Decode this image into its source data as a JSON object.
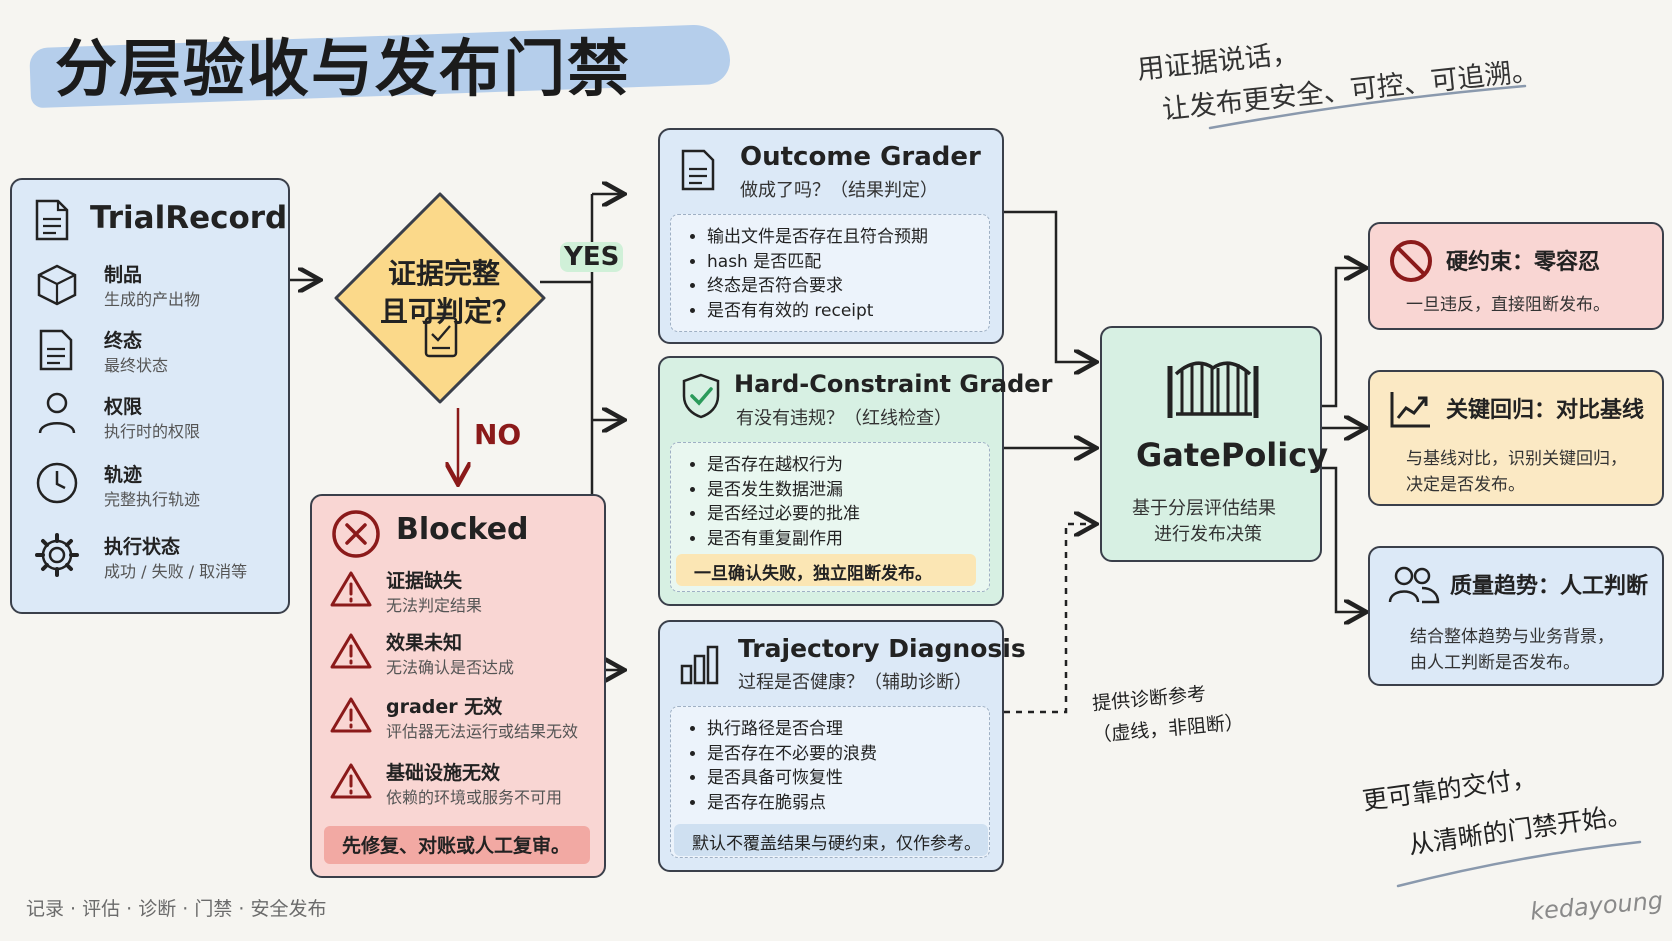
{
  "header": {
    "title": "分层验收与发布门禁",
    "slogan_line1": "用证据说话，",
    "slogan_line2": "让发布更安全、可控、可追溯。"
  },
  "trial_record": {
    "title": "TrialRecord",
    "items": [
      {
        "label": "制品",
        "desc": "生成的产出物",
        "icon": "cube-icon"
      },
      {
        "label": "终态",
        "desc": "最终状态",
        "icon": "document-icon"
      },
      {
        "label": "权限",
        "desc": "执行时的权限",
        "icon": "user-icon"
      },
      {
        "label": "轨迹",
        "desc": "完整执行轨迹",
        "icon": "clock-icon"
      },
      {
        "label": "执行状态",
        "desc": "成功 / 失败 / 取消等",
        "icon": "gear-icon"
      }
    ]
  },
  "decision": {
    "line1": "证据完整",
    "line2": "且可判定？",
    "yes": "YES",
    "no": "NO"
  },
  "blocked": {
    "title": "Blocked",
    "items": [
      {
        "label": "证据缺失",
        "desc": "无法判定结果"
      },
      {
        "label": "效果未知",
        "desc": "无法确认是否达成"
      },
      {
        "label": "grader 无效",
        "desc": "评估器无法运行或结果无效"
      },
      {
        "label": "基础设施无效",
        "desc": "依赖的环境或服务不可用"
      }
    ],
    "footer": "先修复、对账或人工复审。"
  },
  "outcome": {
    "title": "Outcome Grader",
    "subtitle": "做成了吗？（结果判定）",
    "items": [
      "输出文件是否存在且符合预期",
      "hash 是否匹配",
      "终态是否符合要求",
      "是否有有效的 receipt"
    ]
  },
  "hard": {
    "title": "Hard-Constraint Grader",
    "subtitle": "有没有违规？（红线检查）",
    "items": [
      "是否存在越权行为",
      "是否发生数据泄漏",
      "是否经过必要的批准",
      "是否有重复副作用"
    ],
    "footer": "一旦确认失败，独立阻断发布。"
  },
  "trajectory": {
    "title": "Trajectory Diagnosis",
    "subtitle": "过程是否健康？（辅助诊断）",
    "items": [
      "执行路径是否合理",
      "是否存在不必要的浪费",
      "是否具备可恢复性",
      "是否存在脆弱点"
    ],
    "footer": "默认不覆盖结果与硬约束，仅作参考。"
  },
  "diag_note": {
    "line1": "提供诊断参考",
    "line2": "（虚线，非阻断）"
  },
  "gate": {
    "title": "GatePolicy",
    "line1": "基于分层评估结果",
    "line2": "进行发布决策"
  },
  "outcomes": [
    {
      "title": "硬约束：零容忍",
      "line1": "一旦违反，直接阻断发布。",
      "line2": ""
    },
    {
      "title": "关键回归：对比基线",
      "line1": "与基线对比，识别关键回归，",
      "line2": "决定是否发布。"
    },
    {
      "title": "质量趋势：人工判断",
      "line1": "结合整体趋势与业务背景，",
      "line2": "由人工判断是否发布。"
    }
  ],
  "footer": {
    "tagline": "记录 · 评估 · 诊断 · 门禁 · 安全发布",
    "closing1": "更可靠的交付，",
    "closing2": "从清晰的门禁开始。",
    "signature": "kedayoung"
  },
  "colors": {
    "blue": "#dce9f7",
    "red": "#f9d6d3",
    "green": "#d7f0e3",
    "yellow": "#fbe9c4",
    "diamond": "#fbd98a"
  }
}
